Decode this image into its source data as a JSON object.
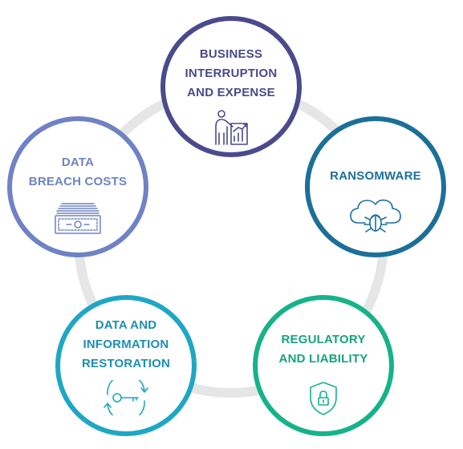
{
  "diagram": {
    "nodes": [
      {
        "id": "business",
        "label": "BUSINESS\nINTERRUPTION\nAND EXPENSE",
        "icon": "presentation-chart-icon",
        "color": "#4a4a8c"
      },
      {
        "id": "ransomware",
        "label": "RANSOMWARE",
        "icon": "cloud-bug-icon",
        "color": "#1c6f99"
      },
      {
        "id": "regulatory",
        "label": "REGULATORY\nAND LIABILITY",
        "icon": "shield-lock-icon",
        "color": "#16b38a"
      },
      {
        "id": "restoration",
        "label": "DATA AND\nINFORMATION\nRESTORATION",
        "icon": "key-refresh-icon",
        "color": "#1ea7c4"
      },
      {
        "id": "breach",
        "label": "DATA\nBREACH COSTS",
        "icon": "money-stack-icon",
        "color": "#6f82c4"
      }
    ],
    "ring_color": "#e6e6e6"
  }
}
